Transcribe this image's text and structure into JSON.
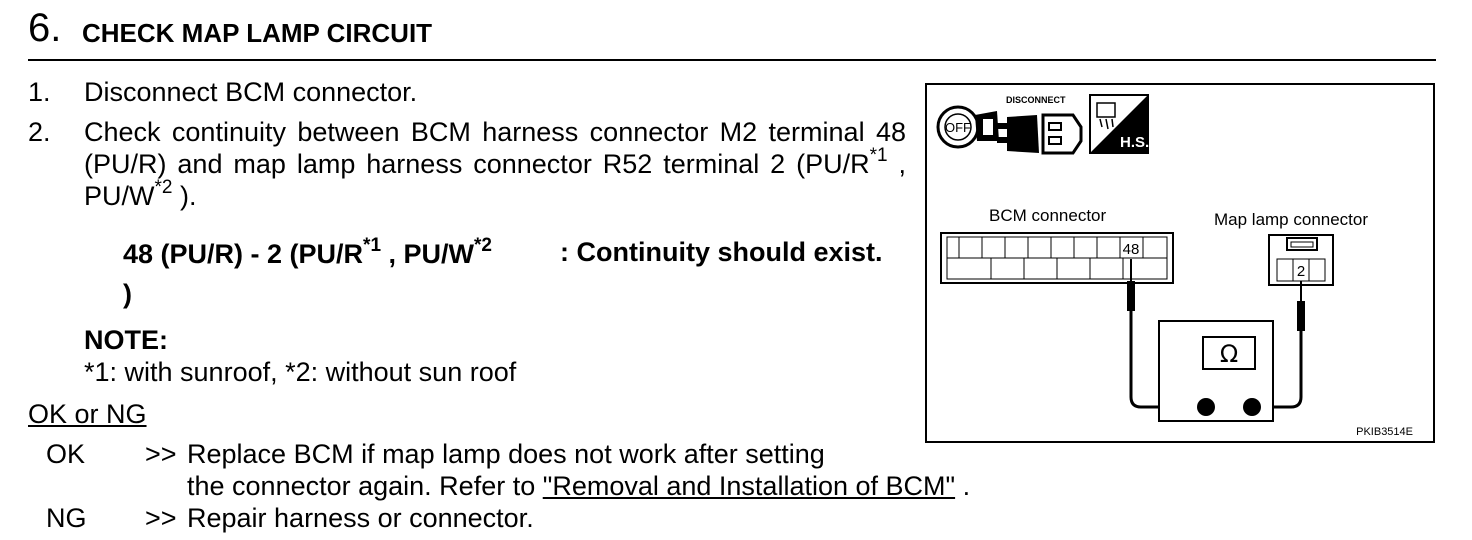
{
  "heading": {
    "number": "6.",
    "title": "CHECK MAP LAMP CIRCUIT"
  },
  "steps": [
    {
      "number": "1.",
      "text": "Disconnect BCM connector."
    },
    {
      "number": "2.",
      "text_main": "Check continuity between BCM harness connector M2 terminal 48 (PU/R) and map lamp harness connector R52 terminal 2 (PU/R",
      "sup1": "*1",
      "text_mid": " , PU/W",
      "sup2": "*2",
      "text_end": " )."
    }
  ],
  "spec": {
    "left_main": "48 (PU/R) - 2 (PU/R",
    "sup1": "*1",
    "left_mid": " , PU/W",
    "sup2": "*2",
    "left_end": ")",
    "result": ": Continuity should exist."
  },
  "note": {
    "label": "NOTE:",
    "text": "*1: with sunroof, *2: without sun roof"
  },
  "ok_ng_title": "OK or NG",
  "results": [
    {
      "label": "OK",
      "arrow": ">>",
      "line1": "Replace BCM if map lamp does not work after setting",
      "line2_prefix": "the connector again. Refer to ",
      "link": "\"Removal and Installation of BCM\"",
      "line2_suffix": " ."
    },
    {
      "label": "NG",
      "arrow": ">>",
      "text": "Repair harness or connector."
    }
  ],
  "figure": {
    "disconnect_label": "DISCONNECT",
    "off_label": "OFF",
    "hs_label": "H.S.",
    "bcm_label": "BCM connector",
    "bcm_terminal": "48",
    "map_label": "Map lamp connector",
    "map_terminal": "2",
    "meter_symbol": "Ω",
    "figure_code": "PKIB3514E",
    "icons": [
      "ignition-off-icon",
      "disconnect-icon",
      "harness-side-icon"
    ]
  }
}
